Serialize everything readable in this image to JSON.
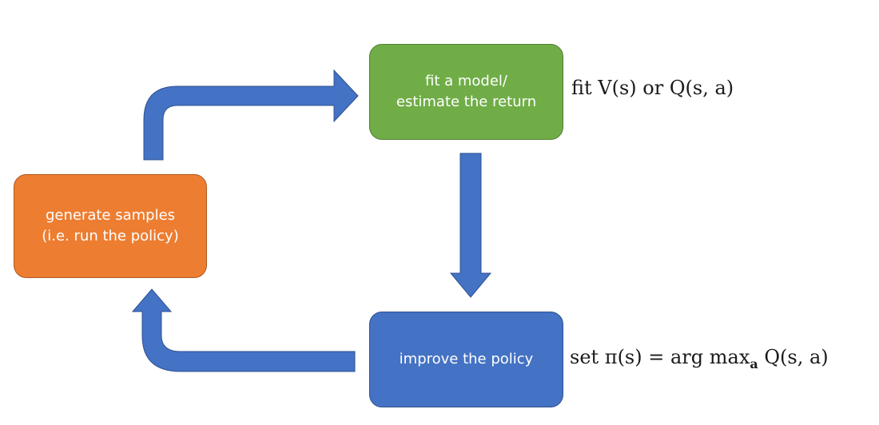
{
  "boxes": {
    "fit_model": {
      "line1": "fit a model/",
      "line2": "estimate the return",
      "color": "#70ad47"
    },
    "generate_samples": {
      "line1": "generate samples",
      "line2": "(i.e. run the policy)",
      "color": "#ed7d31"
    },
    "improve_policy": {
      "line1": "improve the policy",
      "color": "#4472c4"
    }
  },
  "annotations": {
    "fit": "fit V(s) or Q(s, a)",
    "set": "set π(s) = arg max_a Q(s, a)"
  },
  "arrow_color": "#4472c4"
}
